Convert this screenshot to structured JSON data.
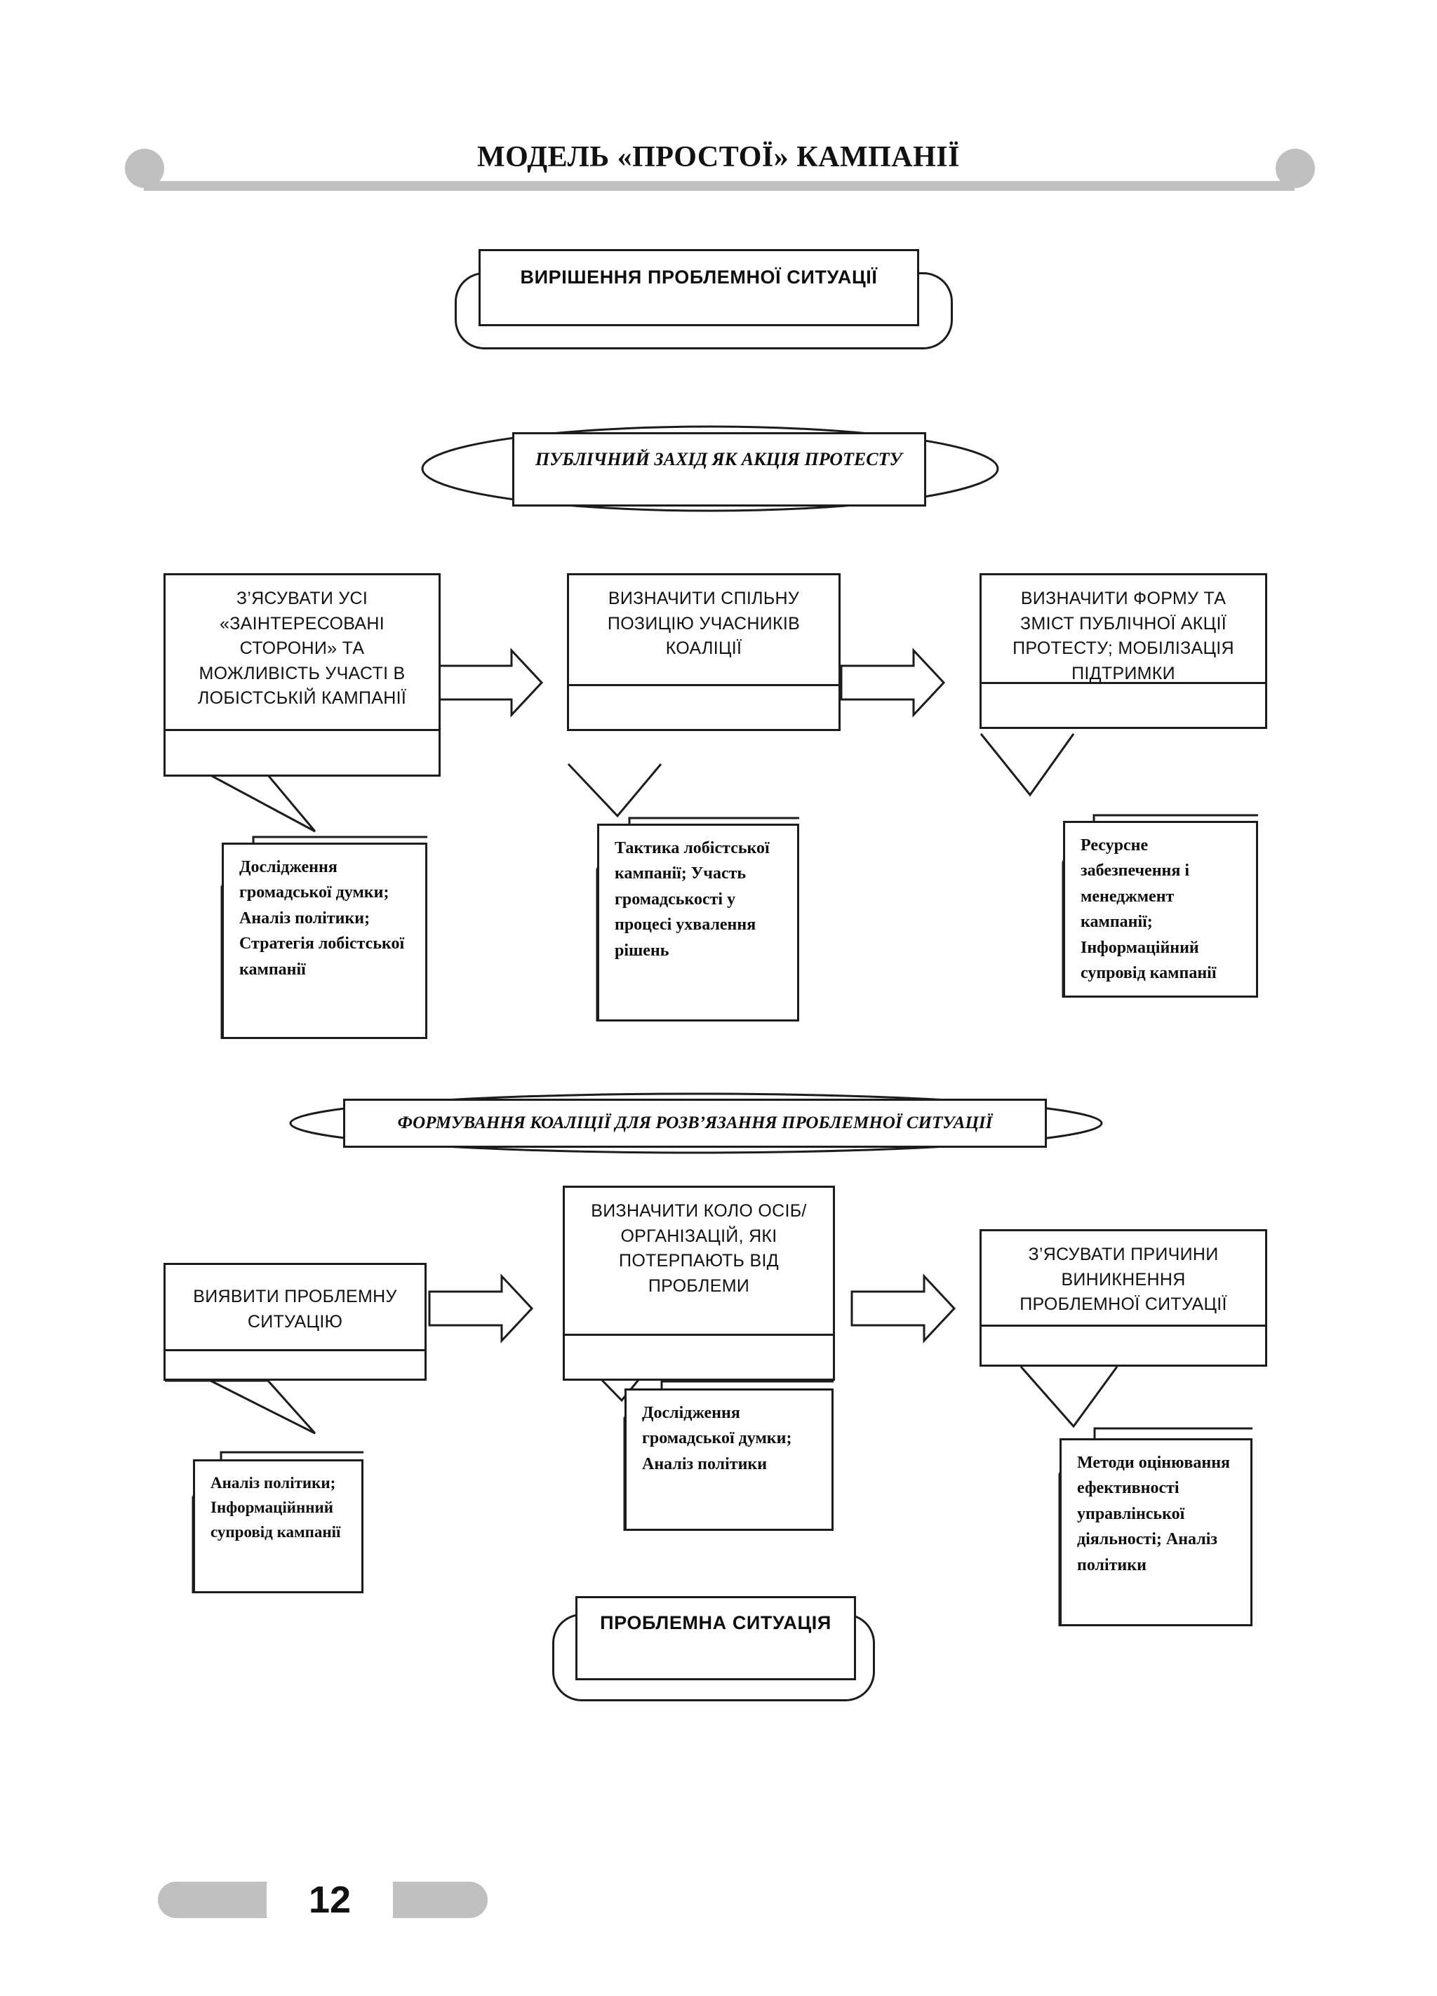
{
  "header": {
    "title": "МОДЕЛЬ «ПРОСТОЇ» КАМПАНІЇ"
  },
  "footer": {
    "page_number": "12"
  },
  "banners": {
    "top": {
      "label": "ВИРІШЕННЯ ПРОБЛЕМНОЇ СИТУАЦІЇ"
    },
    "bottom": {
      "label": "ПРОБЛЕМНА СИТУАЦІЯ"
    }
  },
  "phases": [
    {
      "label": "ПУБЛІЧНИЙ ЗАХІД ЯК АКЦІЯ ПРОТЕСТУ"
    },
    {
      "label": "ФОРМУВАННЯ КОАЛІЦІЇ ДЛЯ РОЗВ’ЯЗАННЯ ПРОБЛЕМНОЇ СИТУАЦІЇ"
    }
  ],
  "upper_row": {
    "steps": [
      {
        "label": "З’ЯСУВАТИ УСІ «ЗАІНТЕРЕСОВАНІ СТОРОНИ» ТА МОЖЛИВІСТЬ УЧАСТІ В ЛОБІСТСЬКІЙ КАМПАНІЇ"
      },
      {
        "label": "ВИЗНАЧИТИ СПІЛЬНУ ПОЗИЦІЮ УЧАСНИКІВ КОАЛІЦІЇ"
      },
      {
        "label": "ВИЗНАЧИТИ ФОРМУ ТА ЗМІСТ ПУБЛІЧНОЇ АКЦІЇ ПРОТЕСТУ; МОБІЛІЗАЦІЯ ПІДТРИМКИ"
      }
    ],
    "notes": [
      {
        "label": "Дослідження громадської думки; Аналіз політики; Стратегія лобістської кампанії"
      },
      {
        "label": "Тактика лобістської кампанії; Участь громадськості у процесі ухвалення рішень"
      },
      {
        "label": "Ресурсне забезпечення і менеджмент кампанії; Інформаційний супровід кампанії"
      }
    ]
  },
  "lower_row": {
    "steps": [
      {
        "label": "ВИЯВИТИ ПРОБЛЕМНУ СИТУАЦІЮ"
      },
      {
        "label": "ВИЗНАЧИТИ КОЛО ОСІБ/ОРГАНІЗАЦІЙ, ЯКІ ПОТЕРПАЮТЬ ВІД ПРОБЛЕМИ"
      },
      {
        "label": "З’ЯСУВАТИ ПРИЧИНИ ВИНИКНЕННЯ ПРОБЛЕМНОЇ СИТУАЦІЇ"
      }
    ],
    "notes": [
      {
        "label": "Аналіз політики; Інформаційнний супровід кампанії"
      },
      {
        "label": "Дослідження громадської думки; Аналіз політики"
      },
      {
        "label": "Методи оцінювання ефективності управлінської діяльності; Аналіз політики"
      }
    ]
  },
  "colors": {
    "ink": "#1c1c1c",
    "rule": "#bfc0c2",
    "paper": "#ffffff"
  }
}
